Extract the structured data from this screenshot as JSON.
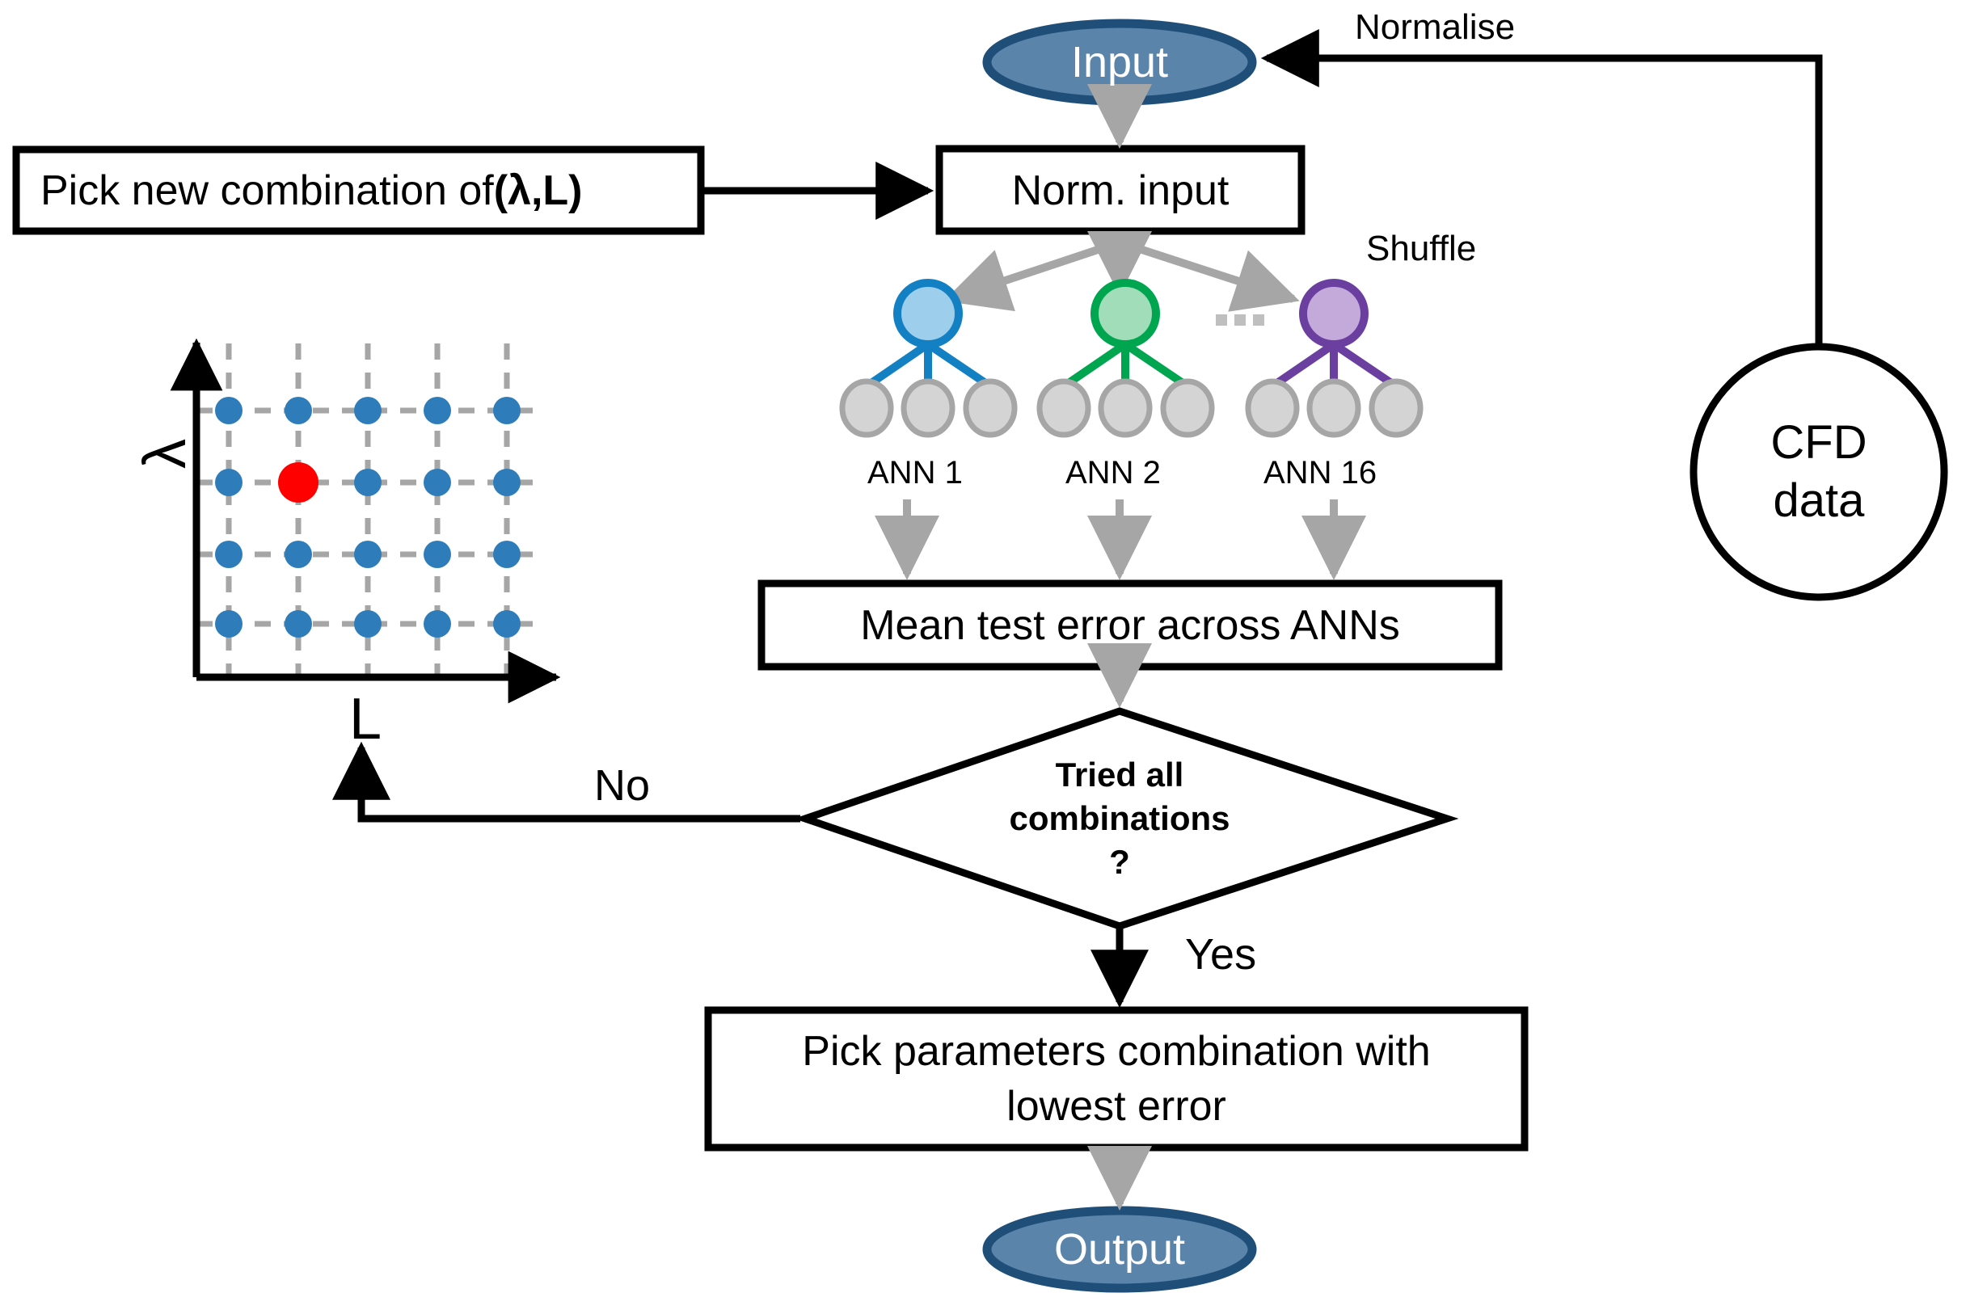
{
  "diagram": {
    "title": "ANN hyperparameter search flowchart",
    "nodes": {
      "input": {
        "label": "Input",
        "shape": "ellipse",
        "fill": "#5B84AB",
        "stroke": "#1F4E79",
        "text_color": "#FFFFFF"
      },
      "pick_combination": {
        "label_prefix": "Pick new combination of ",
        "label_bold": "(λ,L)",
        "shape": "rect",
        "fill": "#FFFFFF",
        "stroke": "#000000"
      },
      "norm_input": {
        "label": "Norm. input",
        "shape": "rect",
        "fill": "#FFFFFF",
        "stroke": "#000000"
      },
      "mean_error": {
        "label": "Mean test error across ANNs",
        "shape": "rect",
        "fill": "#FFFFFF",
        "stroke": "#000000"
      },
      "decision": {
        "line1": "Tried all",
        "line2": "combinations",
        "line3": "?",
        "shape": "diamond",
        "fill": "#FFFFFF",
        "stroke": "#000000"
      },
      "pick_lowest": {
        "line1": "Pick parameters combination with",
        "line2": "lowest error",
        "shape": "rect",
        "fill": "#FFFFFF",
        "stroke": "#000000"
      },
      "output": {
        "label": "Output",
        "shape": "ellipse",
        "fill": "#5B84AB",
        "stroke": "#1F4E79",
        "text_color": "#FFFFFF"
      },
      "cfd_data": {
        "line1": "CFD",
        "line2": "data",
        "shape": "circle",
        "fill": "#FFFFFF",
        "stroke": "#000000"
      }
    },
    "edge_labels": {
      "normalise": "Normalise",
      "shuffle": "Shuffle",
      "no": "No",
      "yes": "Yes"
    },
    "ann_group": {
      "ellipsis": "·····",
      "networks": [
        {
          "label": "ANN 1",
          "fill": "#9DCEEB",
          "stroke": "#1380C4",
          "hidden_count": 3
        },
        {
          "label": "ANN 2",
          "fill": "#A0DDB8",
          "stroke": "#00A550",
          "hidden_count": 3
        },
        {
          "label": "ANN 16",
          "fill": "#C4A9DB",
          "stroke": "#6B3FA0",
          "hidden_count": 3
        }
      ],
      "leaf_fill": "#D4D4D4",
      "leaf_stroke": "#A6A6A6"
    },
    "grid_plot": {
      "xlabel": "L",
      "ylabel": "λ",
      "axis_color": "#000000",
      "gridline_color": "#A6A6A6",
      "point_color": "#2E7DBA",
      "selected_color": "#FF0000",
      "columns": 5,
      "rows": 4,
      "selected_col": 2,
      "selected_row": 2
    },
    "colors": {
      "arrow_gray": "#A6A6A6",
      "arrow_black": "#000000",
      "accent_blue": "#2E7DBA",
      "accent_red": "#FF0000",
      "terminator_fill": "#5B84AB",
      "terminator_stroke": "#1F4E79"
    }
  }
}
